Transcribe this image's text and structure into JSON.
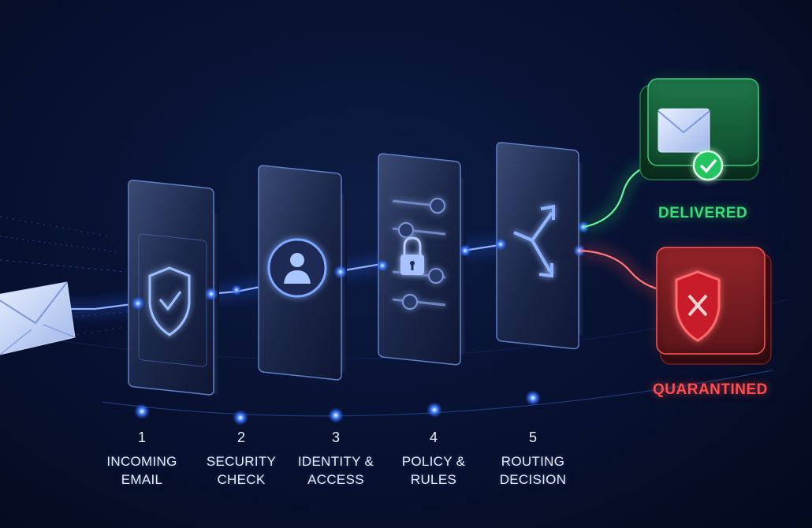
{
  "colors": {
    "accent": "#2f7bff",
    "delivered": "#22c55e",
    "quarantined": "#ef4444",
    "background": "#081233"
  },
  "stages": [
    {
      "number": "1",
      "line1": "INCOMING",
      "line2": "EMAIL",
      "icon": "shield-check-icon"
    },
    {
      "number": "2",
      "line1": "SECURITY",
      "line2": "CHECK",
      "icon": "user-icon"
    },
    {
      "number": "3",
      "line1": "IDENTITY &",
      "line2": "ACCESS",
      "icon": "sliders-lock-icon"
    },
    {
      "number": "4",
      "line1": "POLICY &",
      "line2": "RULES",
      "icon": "branch-arrows-icon"
    },
    {
      "number": "5",
      "line1": "ROUTING",
      "line2": "DECISION",
      "icon": ""
    }
  ],
  "outcomes": {
    "delivered": {
      "label": "DELIVERED",
      "icon": "envelope-check-icon"
    },
    "quarantined": {
      "label": "QUARANTINED",
      "icon": "shield-x-icon"
    }
  },
  "source_icon": "envelope-icon"
}
